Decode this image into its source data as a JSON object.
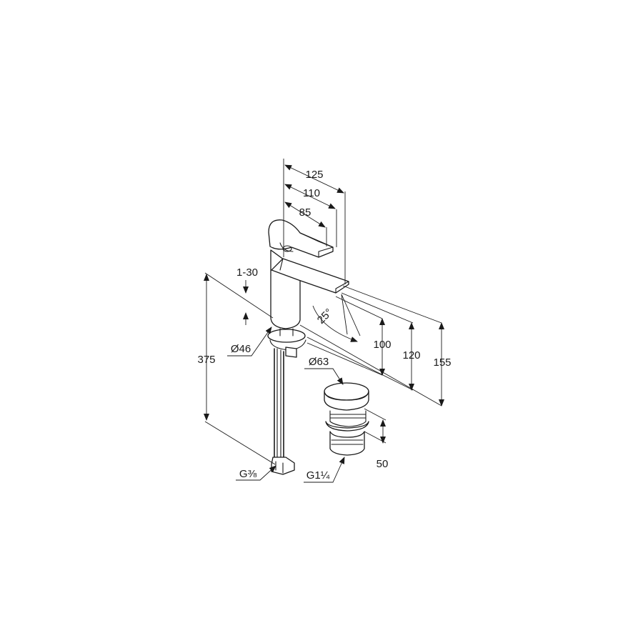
{
  "dimensions": {
    "d125": "125",
    "d110": "110",
    "d85": "85",
    "d1_30": "1-30",
    "d25deg": "25°",
    "d100": "100",
    "d120": "120",
    "d155": "155",
    "d375": "375",
    "d46": "Ø46",
    "d63": "Ø63",
    "d50": "50",
    "g38": "G⅜",
    "g114": "G1¼"
  },
  "colors": {
    "line": "#1a1a1a",
    "background": "#ffffff"
  }
}
